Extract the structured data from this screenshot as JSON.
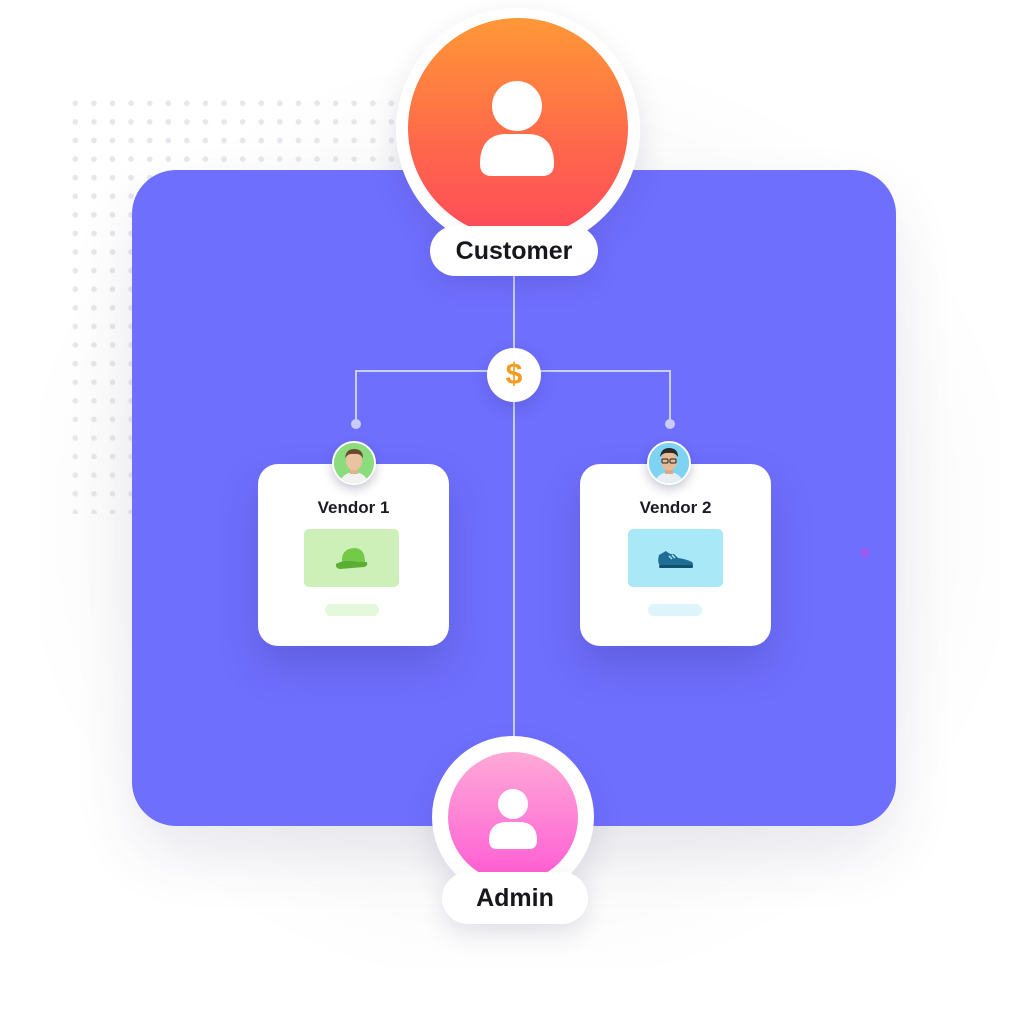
{
  "diagram": {
    "customer": {
      "label": "Customer",
      "icon": "user-icon"
    },
    "payment": {
      "symbol": "$",
      "icon": "dollar-icon"
    },
    "vendors": [
      {
        "label": "Vendor 1",
        "product_icon": "cap-icon",
        "avatar": "vendor-1-avatar"
      },
      {
        "label": "Vendor 2",
        "product_icon": "sneaker-icon",
        "avatar": "vendor-2-avatar"
      }
    ],
    "admin": {
      "label": "Admin",
      "icon": "user-icon"
    }
  },
  "colors": {
    "panel": "#6f6ffe",
    "customer_gradient": [
      "#ff9837",
      "#ff4a5a"
    ],
    "admin_gradient": [
      "#ffa9d6",
      "#ff5bd1"
    ],
    "dollar": "#f59a1f",
    "vendor_1_product_bg": "#cdf0b9",
    "vendor_1_product_icon": "#74c948",
    "vendor_2_product_bg": "#a9e8f6",
    "vendor_2_product_icon": "#1d6d94",
    "connector": "#c9cdfb"
  }
}
